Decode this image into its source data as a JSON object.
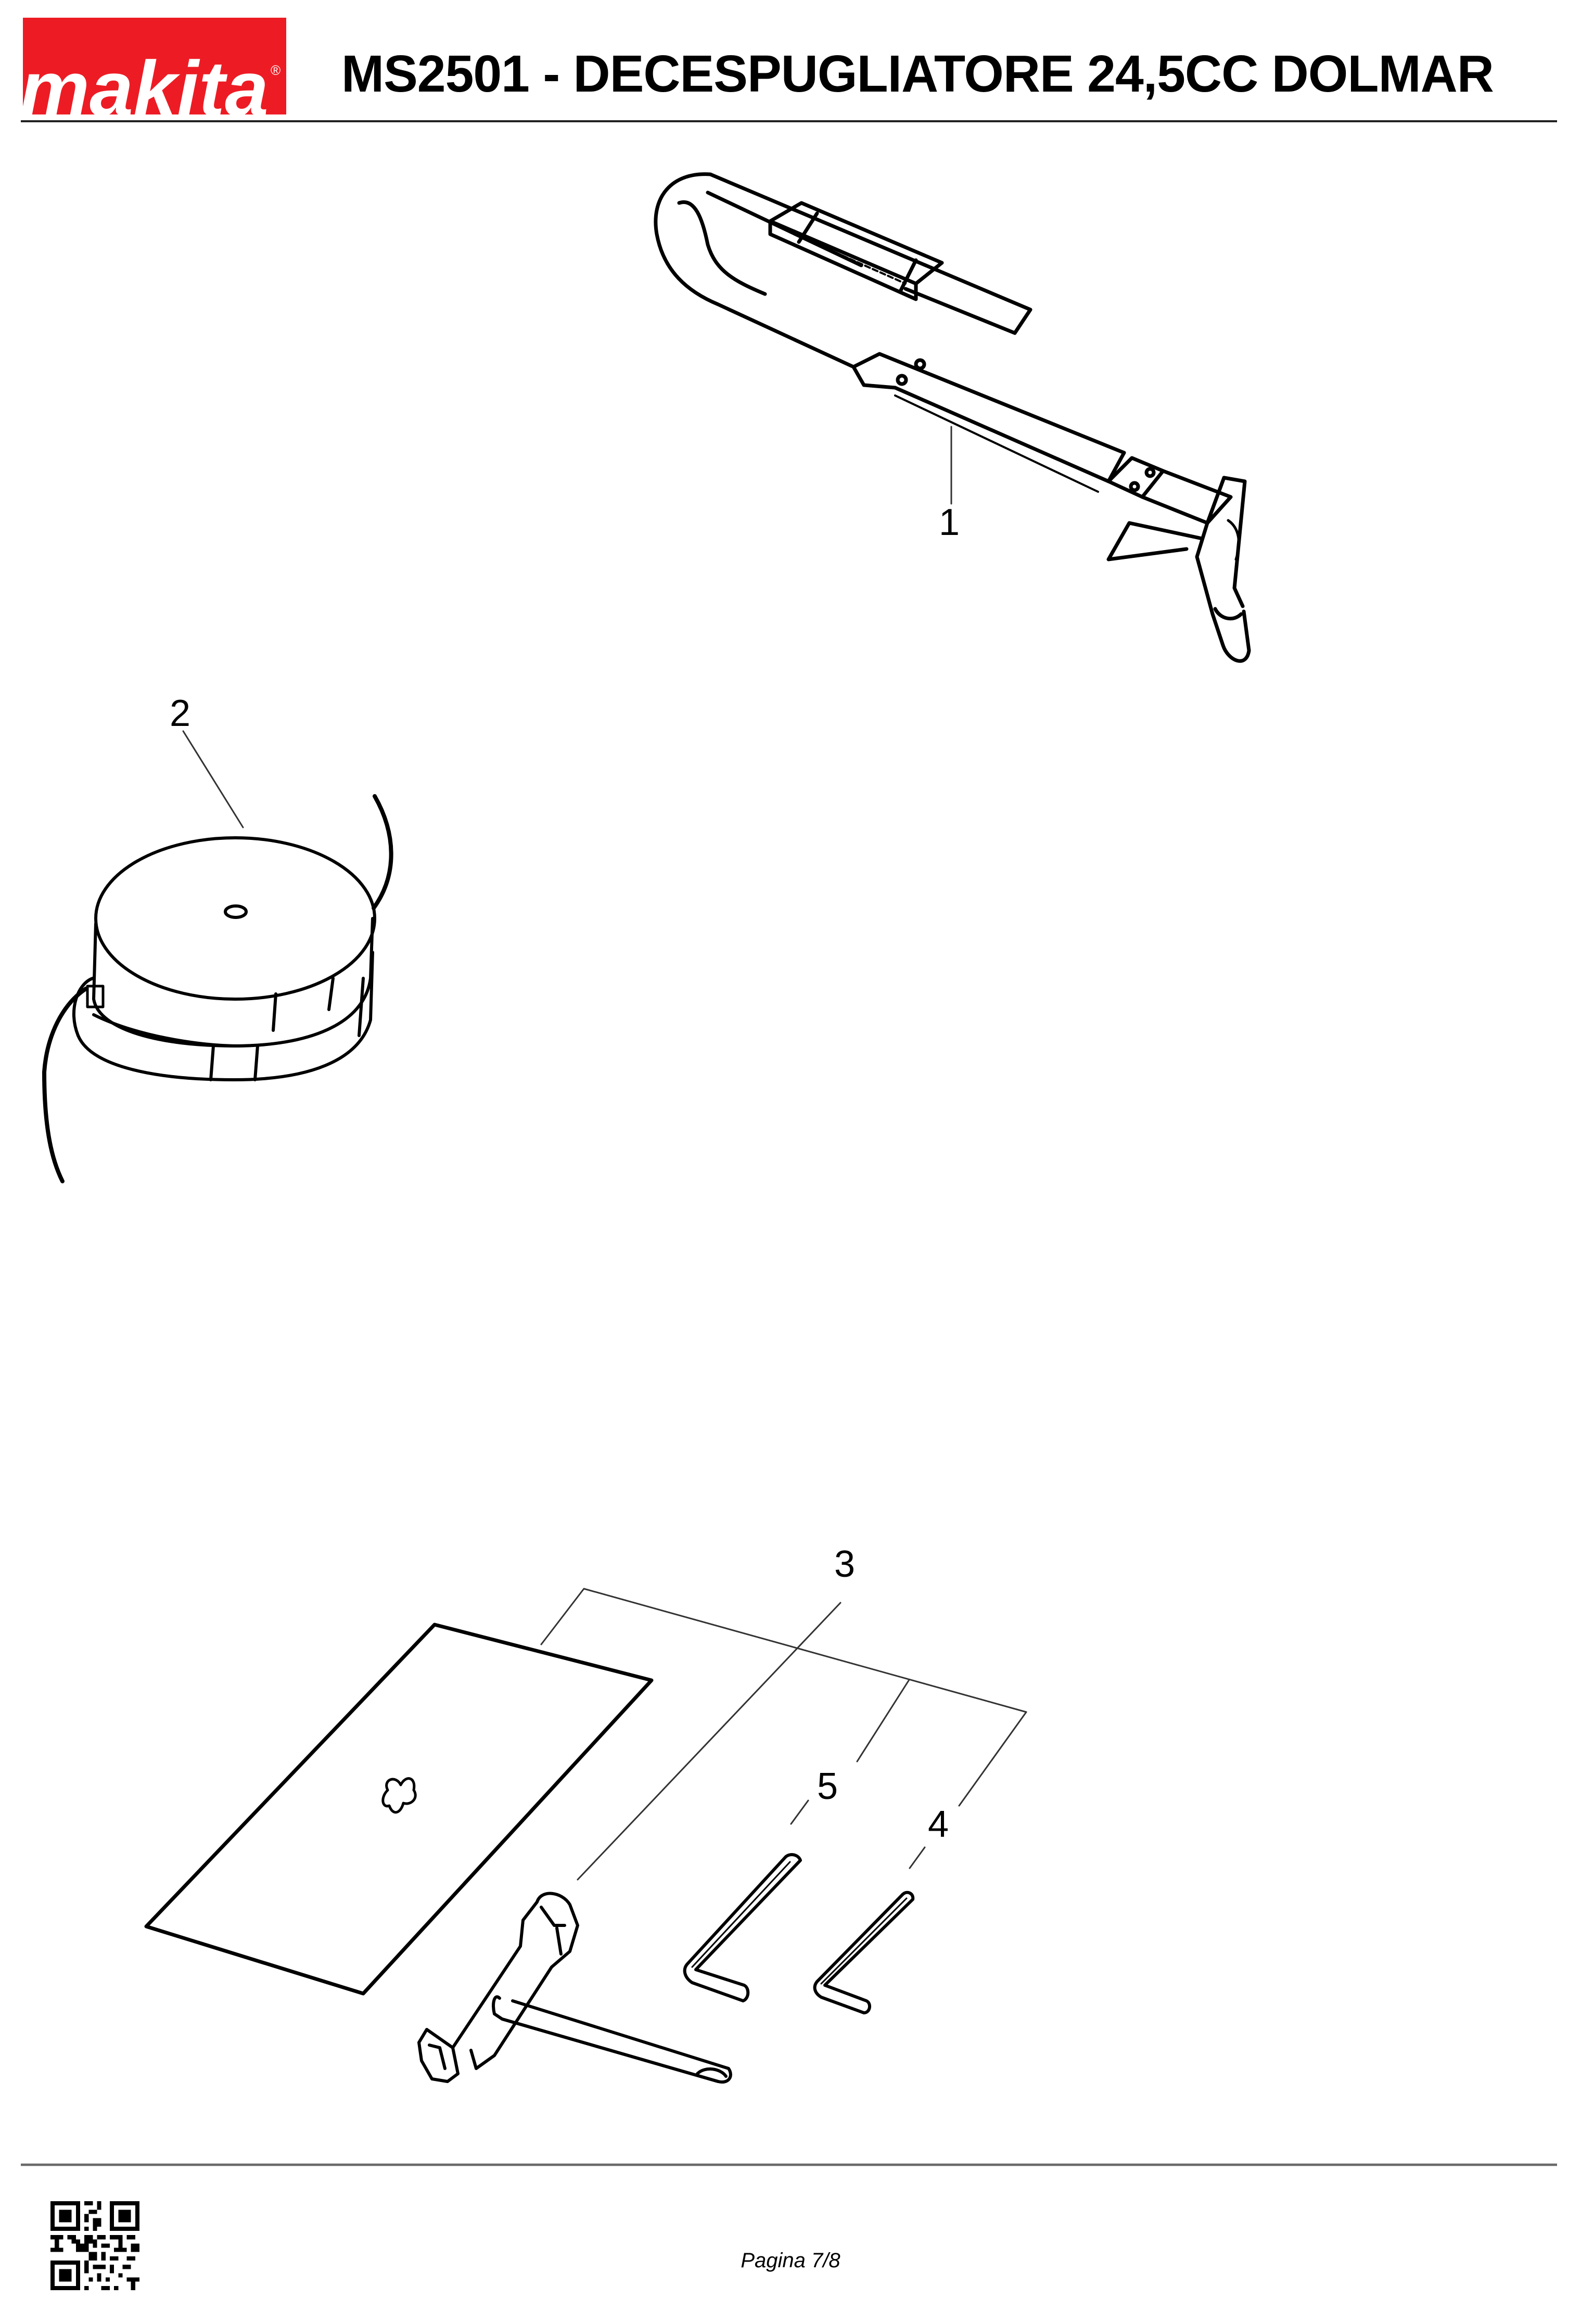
{
  "header": {
    "brand": "makita",
    "brand_mark": "®",
    "brand_color": "#ED1C24",
    "title": "MS2501 - DECESPUGLIATORE 24,5CC DOLMAR"
  },
  "diagram": {
    "callouts": [
      {
        "id": "1",
        "label": "1",
        "part": "harness-shoulder-strap"
      },
      {
        "id": "2",
        "label": "2",
        "part": "trimmer-line-head"
      },
      {
        "id": "3",
        "label": "3",
        "part": "tool-kit"
      },
      {
        "id": "4",
        "label": "4",
        "part": "hex-key-small"
      },
      {
        "id": "5",
        "label": "5",
        "part": "hex-key-large"
      }
    ]
  },
  "footer": {
    "qr_icon": "qr-code-icon",
    "page_label": "Pagina 7/8"
  }
}
